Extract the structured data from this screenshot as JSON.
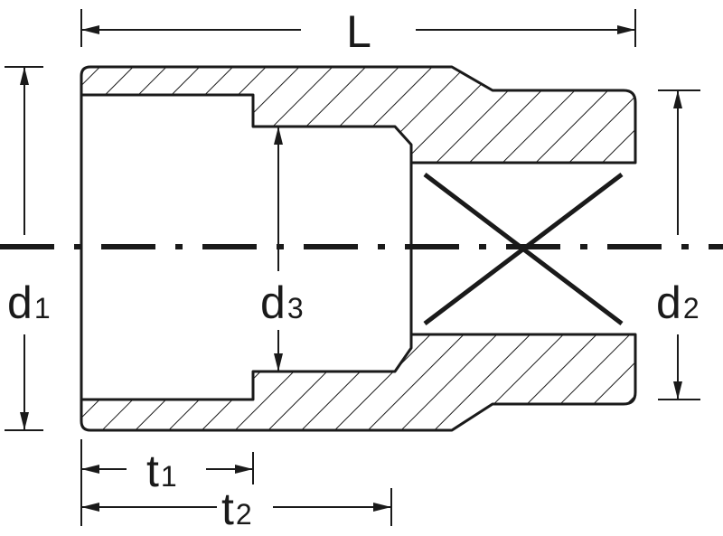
{
  "labels": {
    "L": {
      "main": "L",
      "sub": ""
    },
    "d1": {
      "main": "d",
      "sub": "1"
    },
    "d2": {
      "main": "d",
      "sub": "2"
    },
    "d3": {
      "main": "d",
      "sub": "3"
    },
    "t1": {
      "main": "t",
      "sub": "1"
    },
    "t2": {
      "main": "t",
      "sub": "2"
    }
  },
  "colors": {
    "stroke": "#1a1a1a",
    "background": "#ffffff"
  }
}
